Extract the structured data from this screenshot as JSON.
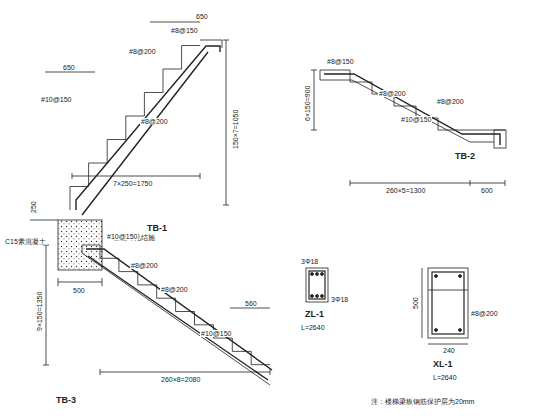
{
  "diagram": {
    "labels": [
      "650",
      "#8@150",
      "#8@200",
      "650",
      "#10@150",
      "#8@200",
      "150×7=1050",
      "7×250=1750",
      "250",
      "C15素混凝土",
      "基础详见结施",
      "500",
      "TB-1",
      "#8@150",
      "6×150=900",
      "#8@200",
      "#10@150",
      "#8@200",
      "260×5=1300",
      "600",
      "TB-2",
      "#10@150",
      "#8@200",
      "#8@200",
      "560",
      "#10@150",
      "9×150=1350",
      "260×8=2080",
      "TB-3",
      "3Φ18",
      "3Φ18",
      "ZL-1",
      "L=2640",
      "500",
      "#8@200",
      "240",
      "XL-1",
      "L=2640",
      "注：楼梯梁板钢筋保护层为20mm"
    ]
  }
}
